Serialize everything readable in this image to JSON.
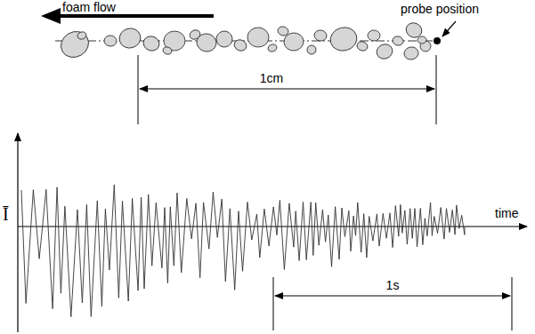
{
  "diagram": {
    "labels": [
      "foam flow",
      "probe position",
      "1cm",
      "Ī",
      "time",
      "1s"
    ]
  }
}
